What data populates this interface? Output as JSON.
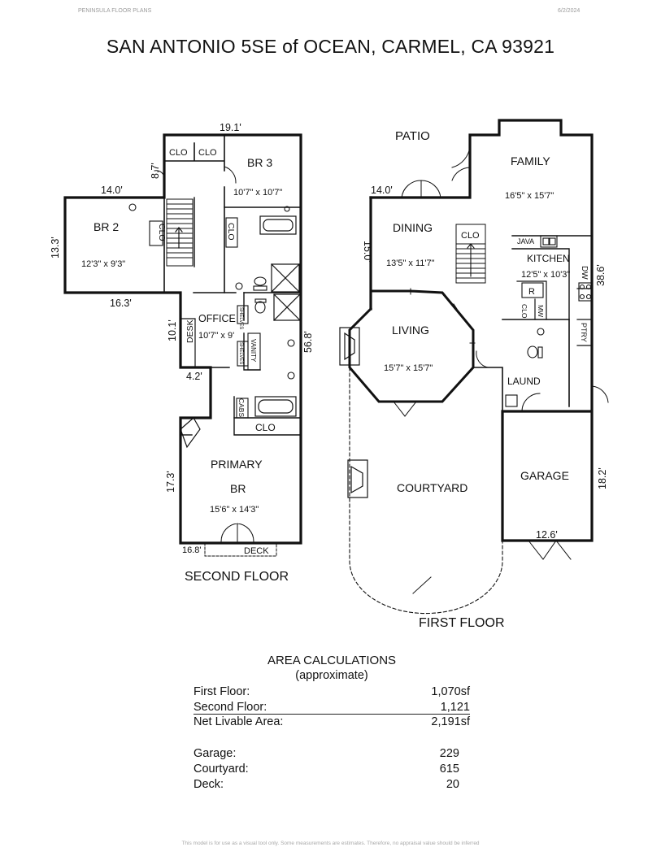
{
  "header": {
    "company": "PENINSULA FLOOR PLANS",
    "date": "6/2/2024"
  },
  "title": "SAN ANTONIO 5SE of OCEAN, CARMEL, CA  93921",
  "second_floor": {
    "caption": "SECOND FLOOR",
    "dims": {
      "top": "19.1'",
      "br3_stub": "8.7'",
      "br2_top": "14.0'",
      "br2_side": "13.3'",
      "br2_bottom": "16.3'",
      "office_side": "10.1'",
      "step": "4.2'",
      "total": "56.8'",
      "primary_side": "17.3'",
      "bottom": "16.8'"
    },
    "rooms": {
      "br3": {
        "name": "BR 3",
        "size": "10'7\" x 10'7\""
      },
      "br2": {
        "name": "BR 2",
        "size": "12'3\" x 9'3\""
      },
      "office": {
        "name": "OFFICE",
        "size": "10'7\" x 9'"
      },
      "primary_1": "PRIMARY",
      "primary_2": "BR",
      "primary_size": "15'6\" x 14'3\""
    },
    "labels": {
      "clo": "CLO",
      "desk": "DESK",
      "shelves": "SHELVES",
      "vanity": "VANITY",
      "cabs": "CABS",
      "deck": "DECK"
    }
  },
  "first_floor": {
    "caption": "FIRST FLOOR",
    "dims": {
      "dining_top": "14.0'",
      "dining_side": "15.0'",
      "total": "38.6'",
      "garage_side": "18.2'",
      "garage_front": "12.6'"
    },
    "rooms": {
      "patio": "PATIO",
      "family": {
        "name": "FAMILY",
        "size": "16'5\" x 15'7\""
      },
      "dining": {
        "name": "DINING",
        "size": "13'5\" x 11'7\""
      },
      "kitchen": {
        "name": "KITCHEN",
        "size": "12'5\" x 10'3\""
      },
      "living": {
        "name": "LIVING",
        "size": "15'7\" x 15'7\""
      },
      "laund": "LAUND",
      "courtyard": "COURTYARD",
      "garage": "GARAGE"
    },
    "labels": {
      "clo": "CLO",
      "java": "JAVA",
      "dw": "DW",
      "r": "R",
      "mw": "MW",
      "ptry": "PTRY"
    }
  },
  "area": {
    "title": "AREA CALCULATIONS",
    "subtitle": "(approximate)",
    "rows": [
      {
        "label": "First  Floor:",
        "value": "1,070sf"
      },
      {
        "label": "Second Floor:",
        "value": "1,121"
      },
      {
        "label": "Net Livable Area:",
        "value": "2,191sf"
      },
      {
        "label": "Garage:",
        "value": "229"
      },
      {
        "label": "Courtyard:",
        "value": "615"
      },
      {
        "label": "Deck:",
        "value": "20"
      }
    ]
  },
  "footer": "This model is for use as a visual tool only. Some measurements are estimates. Therefore, no appraisal value should be inferred"
}
